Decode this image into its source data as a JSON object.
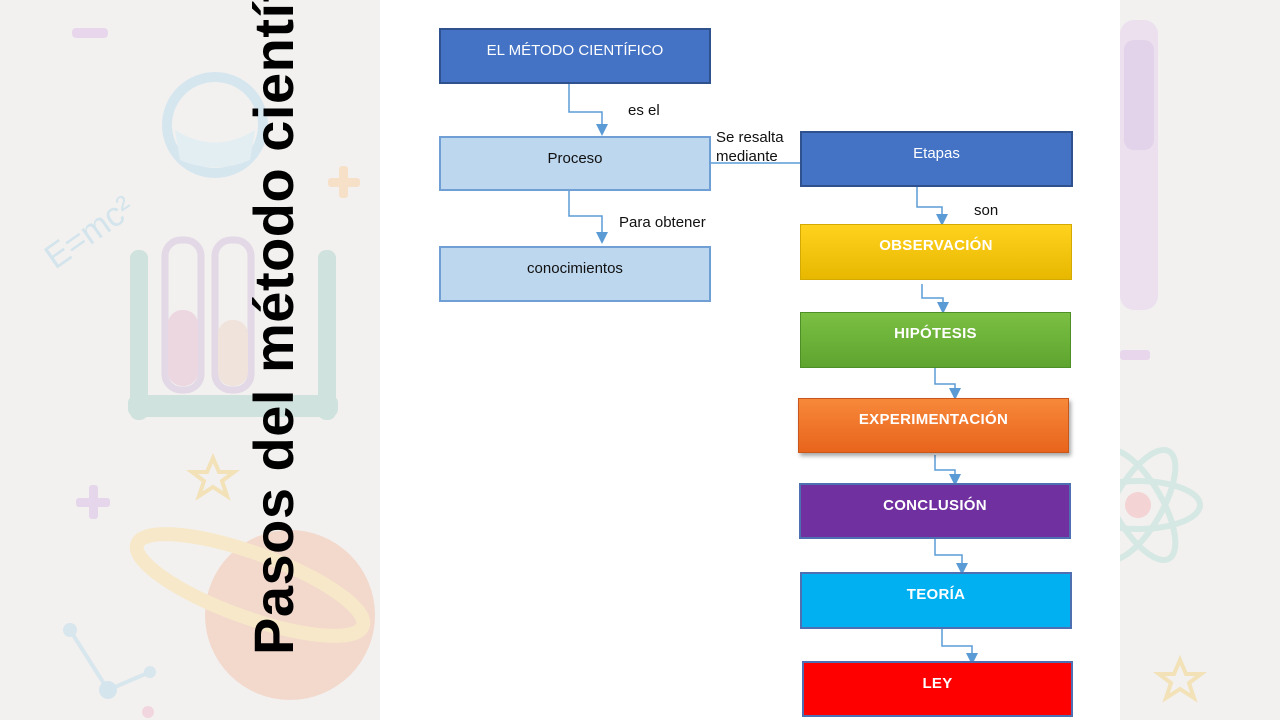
{
  "slide": {
    "title": "Pasos del método científico"
  },
  "diagram": {
    "nodes": {
      "metodo": "EL MÉTODO CIENTÍFICO",
      "proceso": "Proceso",
      "conocimientos": "conocimientos",
      "etapas": "Etapas"
    },
    "edge_labels": {
      "es_el": "es el",
      "para_obtener": "Para obtener",
      "se_resalta_line1": "Se resalta",
      "se_resalta_line2": "mediante",
      "son": "son"
    },
    "stages": [
      {
        "label": "OBSERVACIÓN",
        "color": "#ffc000"
      },
      {
        "label": "HIPÓTESIS",
        "color": "#70ad47"
      },
      {
        "label": "EXPERIMENTACIÓN",
        "color": "#ed7d31"
      },
      {
        "label": "CONCLUSIÓN",
        "color": "#7030a0"
      },
      {
        "label": "TEORÍA",
        "color": "#00b0f0"
      },
      {
        "label": "LEY",
        "color": "#ff0000"
      }
    ]
  },
  "colors": {
    "node_dark": "#4472c4",
    "node_light": "#bdd7ee",
    "connector": "#5b9bd5"
  }
}
